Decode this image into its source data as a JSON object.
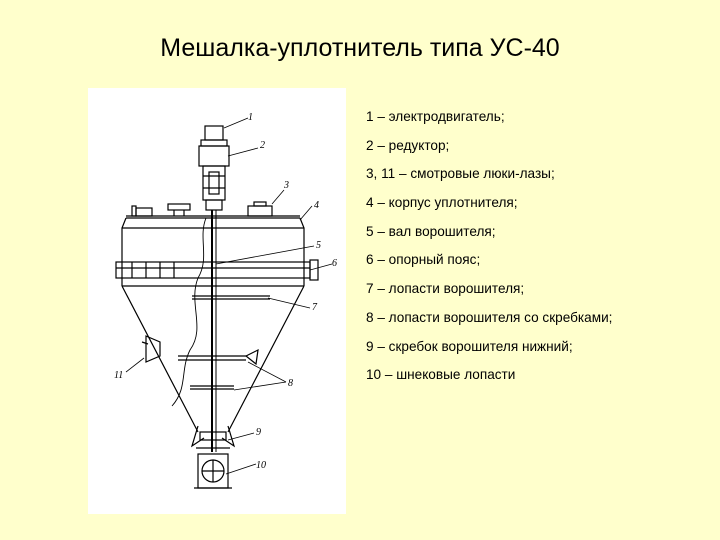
{
  "title": "Мешалка-уплотнитель типа УС-40",
  "figure": {
    "callouts": [
      "1",
      "2",
      "3",
      "4",
      "5",
      "6",
      "7",
      "8",
      "9",
      "10",
      "11"
    ]
  },
  "legend": [
    "1 – электродвигатель;",
    "2 – редуктор;",
    "3, 11 – смотровые люки-лазы;",
    "4 – корпус уплотнителя;",
    "5 – вал ворошителя;",
    "6 – опорный пояс;",
    "7 – лопасти ворошителя;",
    "8 – лопасти ворошителя со скребками;",
    "9 – скребок ворошителя нижний;",
    "10 – шнековые лопасти"
  ],
  "colors": {
    "background": "#ffffcc",
    "figure_background": "#ffffff",
    "line": "#000000"
  }
}
